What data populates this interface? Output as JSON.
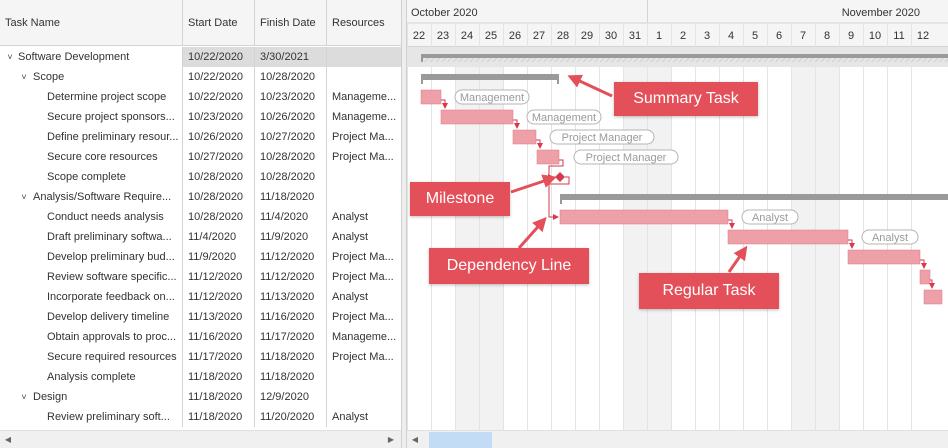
{
  "grid": {
    "columns": [
      "Task Name",
      "Start Date",
      "Finish Date",
      "Resources"
    ],
    "rows": [
      {
        "name": "Software Development",
        "start": "10/22/2020",
        "finish": "3/30/2021",
        "res": "",
        "level": 0,
        "group": true,
        "selected": true
      },
      {
        "name": "Scope",
        "start": "10/22/2020",
        "finish": "10/28/2020",
        "res": "",
        "level": 1,
        "group": true
      },
      {
        "name": "Determine project scope",
        "start": "10/22/2020",
        "finish": "10/23/2020",
        "res": "Manageme...",
        "level": 2
      },
      {
        "name": "Secure project sponsors...",
        "start": "10/23/2020",
        "finish": "10/26/2020",
        "res": "Manageme...",
        "level": 2
      },
      {
        "name": "Define preliminary resour...",
        "start": "10/26/2020",
        "finish": "10/27/2020",
        "res": "Project Ma...",
        "level": 2
      },
      {
        "name": "Secure core resources",
        "start": "10/27/2020",
        "finish": "10/28/2020",
        "res": "Project Ma...",
        "level": 2
      },
      {
        "name": "Scope complete",
        "start": "10/28/2020",
        "finish": "10/28/2020",
        "res": "",
        "level": 2
      },
      {
        "name": "Analysis/Software Require...",
        "start": "10/28/2020",
        "finish": "11/18/2020",
        "res": "",
        "level": 1,
        "group": true
      },
      {
        "name": "Conduct needs analysis",
        "start": "10/28/2020",
        "finish": "11/4/2020",
        "res": "Analyst",
        "level": 2
      },
      {
        "name": "Draft preliminary softwa...",
        "start": "11/4/2020",
        "finish": "11/9/2020",
        "res": "Analyst",
        "level": 2
      },
      {
        "name": "Develop preliminary bud...",
        "start": "11/9/2020",
        "finish": "11/12/2020",
        "res": "Project Ma...",
        "level": 2
      },
      {
        "name": "Review software specific...",
        "start": "11/12/2020",
        "finish": "11/12/2020",
        "res": "Project Ma...",
        "level": 2
      },
      {
        "name": "Incorporate feedback on...",
        "start": "11/12/2020",
        "finish": "11/13/2020",
        "res": "Analyst",
        "level": 2
      },
      {
        "name": "Develop delivery timeline",
        "start": "11/13/2020",
        "finish": "11/16/2020",
        "res": "Project Ma...",
        "level": 2
      },
      {
        "name": "Obtain approvals to proc...",
        "start": "11/16/2020",
        "finish": "11/17/2020",
        "res": "Manageme...",
        "level": 2
      },
      {
        "name": "Secure required resources",
        "start": "11/17/2020",
        "finish": "11/18/2020",
        "res": "Project Ma...",
        "level": 2
      },
      {
        "name": "Analysis complete",
        "start": "11/18/2020",
        "finish": "11/18/2020",
        "res": "",
        "level": 2
      },
      {
        "name": "Design",
        "start": "11/18/2020",
        "finish": "12/9/2020",
        "res": "",
        "level": 1,
        "group": true
      },
      {
        "name": "Review preliminary soft...",
        "start": "11/18/2020",
        "finish": "11/20/2020",
        "res": "Analyst",
        "level": 2
      }
    ],
    "expand_glyph": "˅"
  },
  "timeline": {
    "months": [
      "October 2020",
      "November 2020"
    ],
    "days": [
      "22",
      "23",
      "24",
      "25",
      "26",
      "27",
      "28",
      "29",
      "30",
      "31",
      "1",
      "2",
      "3",
      "4",
      "5",
      "6",
      "7",
      "8",
      "9",
      "10",
      "11",
      "12"
    ],
    "weekend_days": [
      "24",
      "25",
      "31",
      "1",
      "7",
      "8"
    ]
  },
  "gantt": {
    "resource_labels": [
      "Management",
      "Management",
      "Project Manager",
      "Project Manager",
      "Analyst",
      "Analyst"
    ],
    "colors": {
      "task": "#eea0a8",
      "task_border": "#d97984",
      "summary": "#9a9a9a",
      "arrow": "#d63a4c",
      "milestone": "#d63a4c",
      "weekend": "#f2f2f2",
      "label_border": "#b4b4b4",
      "label_text": "#9a9a9a"
    }
  },
  "callouts": {
    "summary": "Summary Task",
    "milestone": "Milestone",
    "dependency": "Dependency Line",
    "regular": "Regular Task",
    "color": "#e4505a"
  },
  "scroll": {
    "left_arrow": "◀",
    "right_arrow": "▶"
  }
}
